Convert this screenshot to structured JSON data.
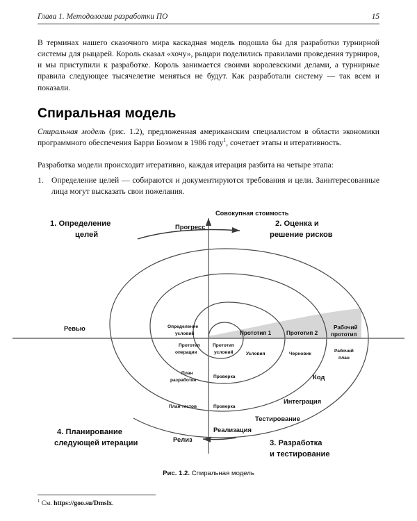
{
  "running_head": {
    "chapter": "Глава 1. Методологии разработки ПО",
    "page_number": "15"
  },
  "body": {
    "paragraph_intro": "В терминах нашего сказочного мира каскадная модель подошла бы для разработки турнирной системы для рыцарей. Король сказал «хочу», рыцари поделились правилами проведения турниров, и мы приступили к разработке. Король занимается своими королевскими делами, а турнирные правила следующее тысячелетие меняться не будут. Как разработали систему — так всем и показали.",
    "heading": "Спиральная модель",
    "lead_italic": "Спиральная модель",
    "lead_rest": " (рис. 1.2), предложенная американским специалистом в области экономики программного обеспечения Барри Боэмом в 1986 году",
    "lead_footnote_marker": "1",
    "lead_tail": ", сочетает этапы и итеративность.",
    "paragraph_iterative": "Разработка модели происходит итеративно, каждая итерация разбита на четыре этапа:",
    "list": [
      {
        "marker": "1.",
        "text": "Определение целей — собираются и документируются требования и цели. Заинтересованные лица могут высказать свои пожелания."
      }
    ]
  },
  "figure": {
    "caption_number": "Рис. 1.2.",
    "caption_text": " Спиральная модель",
    "axis_vertical": "Совокупная стоимость",
    "axis_progress": "Прогресс",
    "axis_review": "Ревью",
    "quadrants": [
      "1. Определение\nцелей",
      "2. Оценка и\nрешение рисков",
      "3. Разработка\nи тестирование",
      "4. Планирование\nследующей итерации"
    ],
    "quadrant_1_line1": "1. Определение",
    "quadrant_1_line2": "целей",
    "quadrant_2_line1": "2. Оценка и",
    "quadrant_2_line2": "решение рисков",
    "quadrant_3_line1": "3. Разработка",
    "quadrant_3_line2": "и тестирование",
    "quadrant_4_line1": "4. Планирование",
    "quadrant_4_line2": "следующей итерации",
    "band_labels": [
      "Прототип 1",
      "Прототип 2",
      "Рабочий",
      "прототип"
    ],
    "band_prototype_1": "Прототип 1",
    "band_prototype_2": "Прототип 2",
    "band_working_1": "Рабочий",
    "band_working_2": "прототип",
    "inner_q1": [
      {
        "line1": "Определение",
        "line2": "условий"
      }
    ],
    "inner_define_1": "Определение",
    "inner_define_2": "условий",
    "inner_proto_op_1": "Прототип",
    "inner_proto_op_2": "операции",
    "inner_proto_cond_1": "Прототип",
    "inner_proto_cond_2": "условий",
    "inner_conditions": "Условия",
    "inner_draft": "Черновик",
    "inner_workplan_1": "Рабочий",
    "inner_workplan_2": "план",
    "inner_devplan_1": "План",
    "inner_devplan_2": "разработки",
    "inner_check_1": "Проверка",
    "inner_testplan": "План тестов",
    "inner_check_2": "Проверка",
    "stage_code": "Код",
    "stage_integration": "Интеграция",
    "stage_testing": "Тестирование",
    "stage_implementation": "Реализация",
    "stage_release": "Релиз"
  },
  "footnote": {
    "marker": "1",
    "prefix": " См. ",
    "url": "https://goo.su/Dmslx",
    "suffix": "."
  },
  "colors": {
    "text": "#111111",
    "rule": "#2b2b2b",
    "spiral_stroke": "#4a4a4a",
    "axis": "#5a5a5a",
    "band_fill": "#d4d4d4"
  }
}
